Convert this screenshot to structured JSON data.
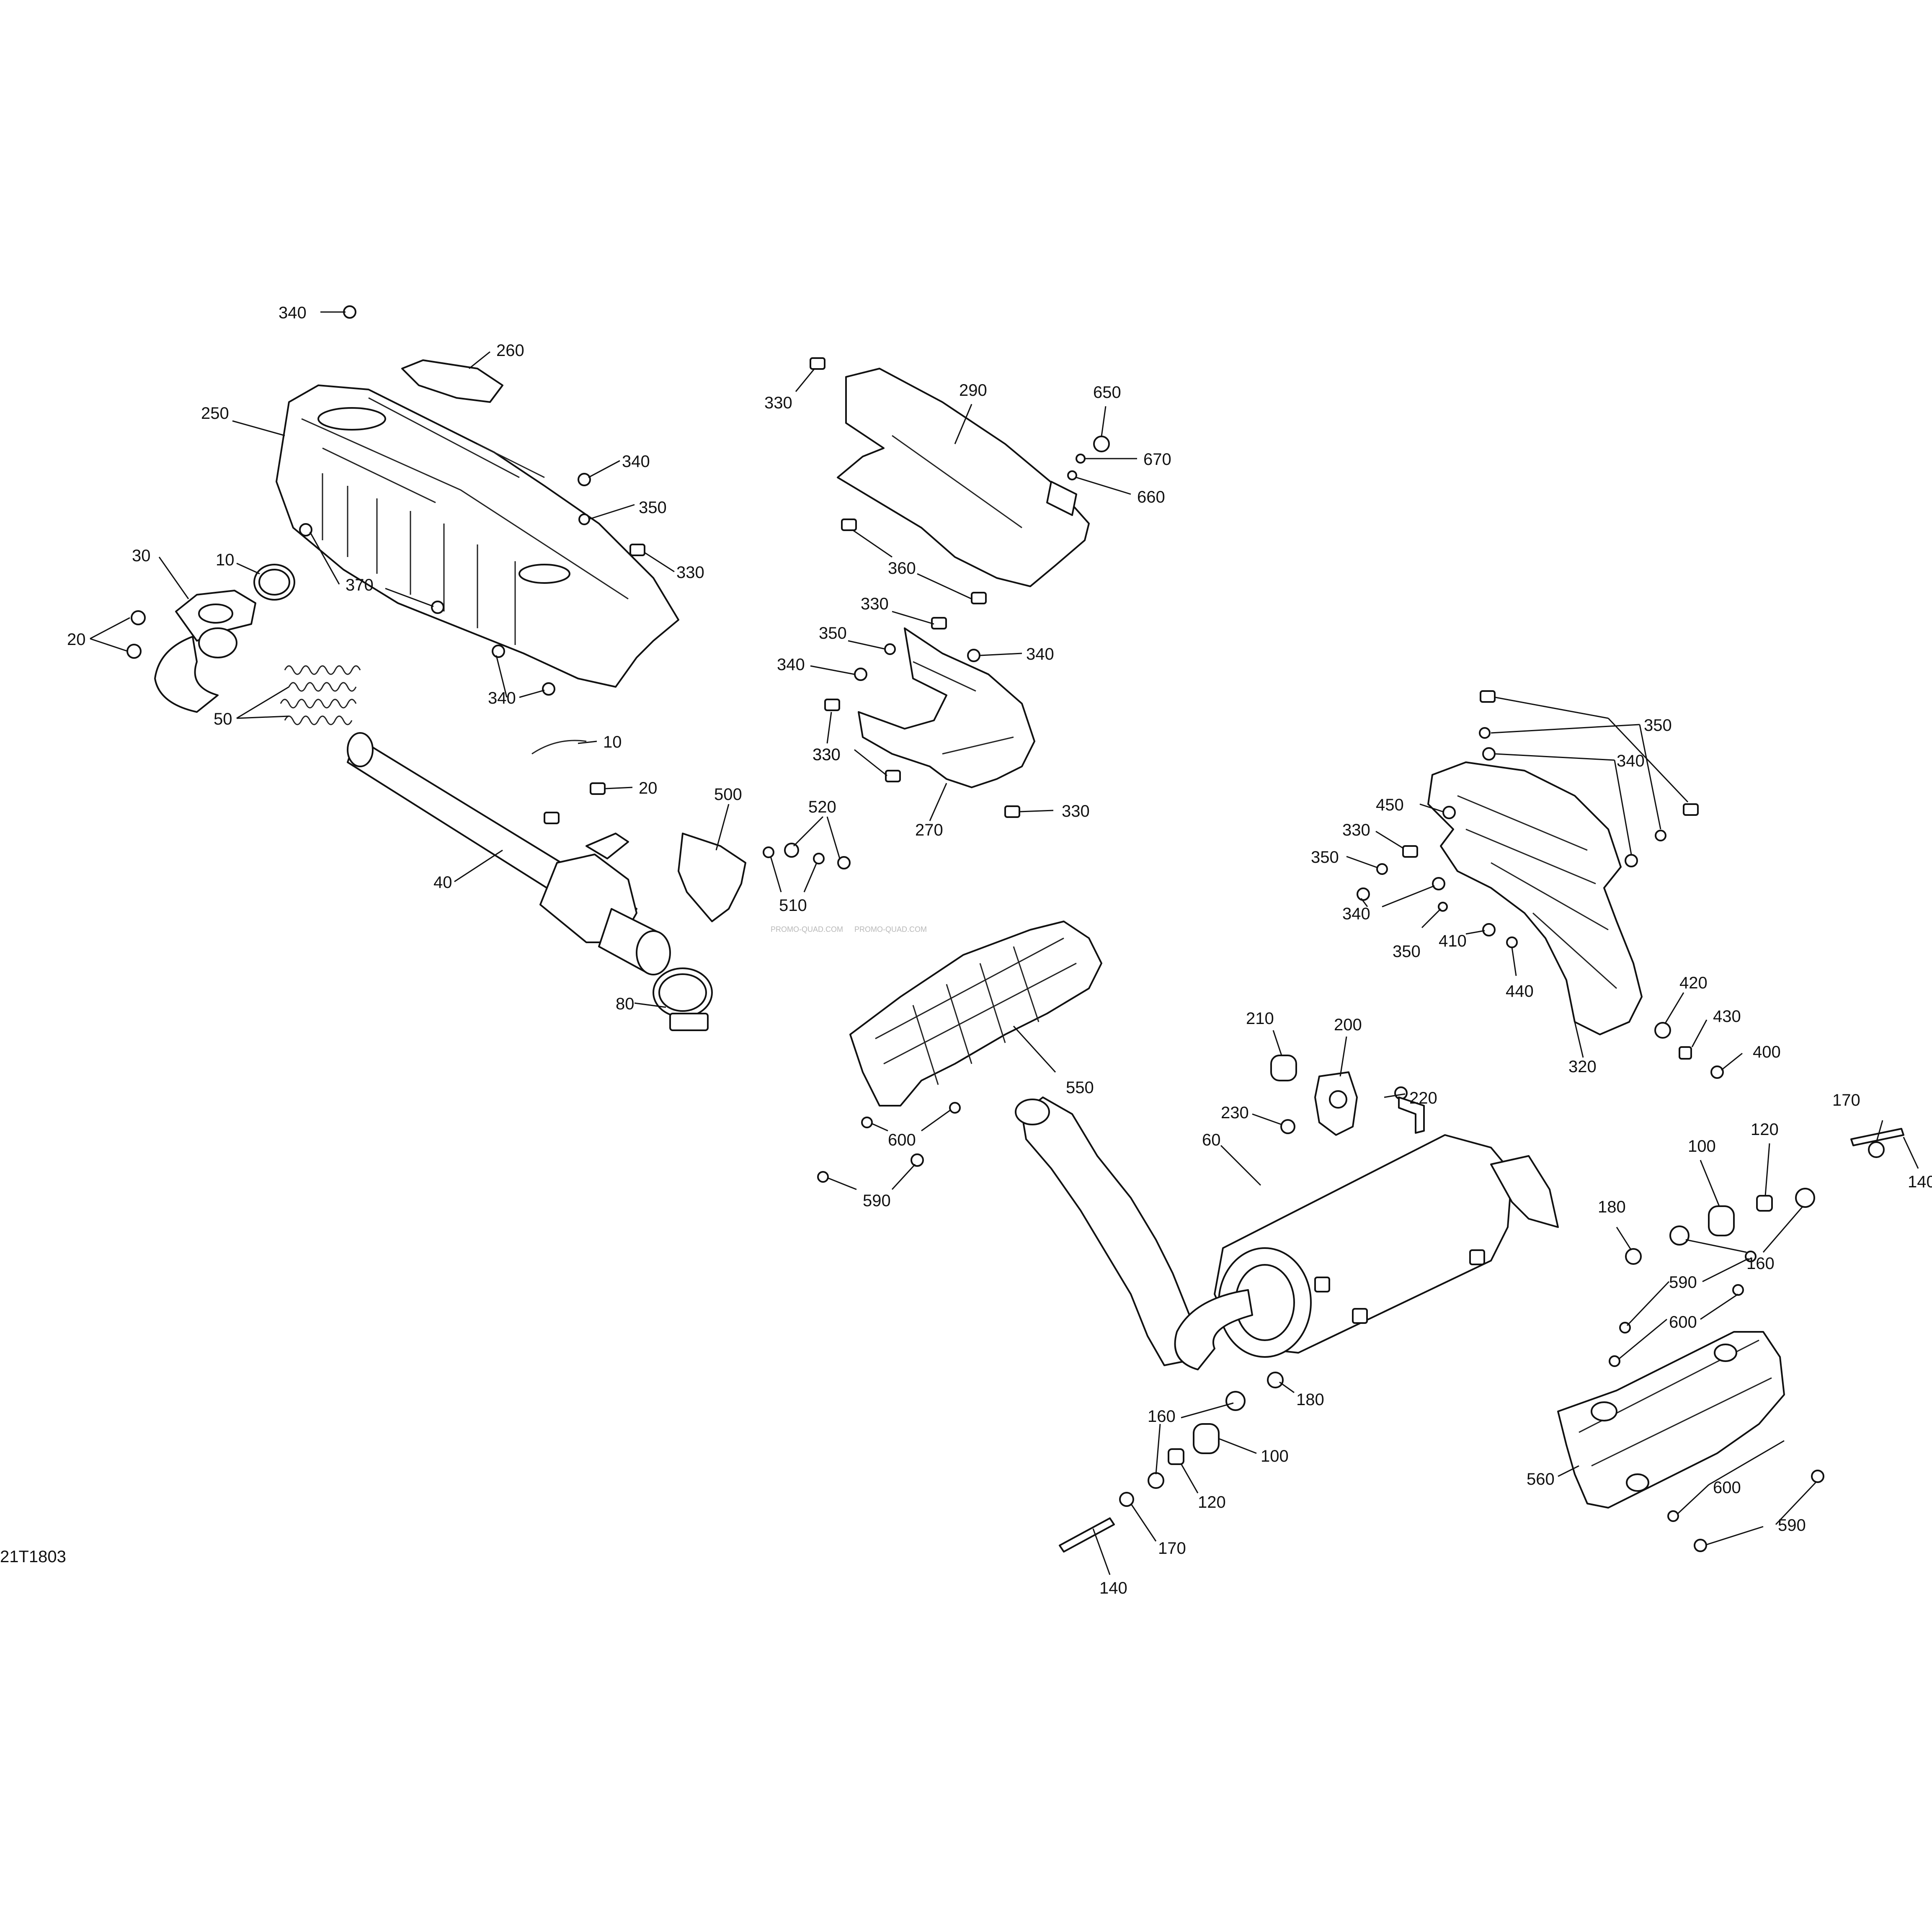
{
  "diagram_id": "21T1803",
  "watermarks": [
    "PROMO-QUAD.COM",
    "PROMO-QUAD.COM"
  ],
  "callouts": [
    {
      "id": "c-340-a",
      "text": "340"
    },
    {
      "id": "c-260",
      "text": "260"
    },
    {
      "id": "c-250",
      "text": "250"
    },
    {
      "id": "c-340-b",
      "text": "340"
    },
    {
      "id": "c-350-a",
      "text": "350"
    },
    {
      "id": "c-330-a",
      "text": "330"
    },
    {
      "id": "c-10-a",
      "text": "10"
    },
    {
      "id": "c-30",
      "text": "30"
    },
    {
      "id": "c-370",
      "text": "370"
    },
    {
      "id": "c-20-a",
      "text": "20"
    },
    {
      "id": "c-340-c",
      "text": "340"
    },
    {
      "id": "c-50",
      "text": "50"
    },
    {
      "id": "c-10-b",
      "text": "10"
    },
    {
      "id": "c-20-b",
      "text": "20"
    },
    {
      "id": "c-40",
      "text": "40"
    },
    {
      "id": "c-80",
      "text": "80"
    },
    {
      "id": "c-500",
      "text": "500"
    },
    {
      "id": "c-520",
      "text": "520"
    },
    {
      "id": "c-510",
      "text": "510"
    },
    {
      "id": "c-330-b",
      "text": "330"
    },
    {
      "id": "c-290",
      "text": "290"
    },
    {
      "id": "c-650",
      "text": "650"
    },
    {
      "id": "c-670",
      "text": "670"
    },
    {
      "id": "c-660",
      "text": "660"
    },
    {
      "id": "c-360",
      "text": "360"
    },
    {
      "id": "c-330-c",
      "text": "330"
    },
    {
      "id": "c-350-b",
      "text": "350"
    },
    {
      "id": "c-340-d",
      "text": "340"
    },
    {
      "id": "c-340-e",
      "text": "340"
    },
    {
      "id": "c-330-d",
      "text": "330"
    },
    {
      "id": "c-330-e",
      "text": "330"
    },
    {
      "id": "c-270",
      "text": "270"
    },
    {
      "id": "c-330-f",
      "text": "330"
    },
    {
      "id": "c-350-c",
      "text": "350"
    },
    {
      "id": "c-340-f",
      "text": "340"
    },
    {
      "id": "c-450",
      "text": "450"
    },
    {
      "id": "c-330-g",
      "text": "330"
    },
    {
      "id": "c-350-d",
      "text": "350"
    },
    {
      "id": "c-340-g",
      "text": "340"
    },
    {
      "id": "c-350-e",
      "text": "350"
    },
    {
      "id": "c-410",
      "text": "410"
    },
    {
      "id": "c-440",
      "text": "440"
    },
    {
      "id": "c-420",
      "text": "420"
    },
    {
      "id": "c-430",
      "text": "430"
    },
    {
      "id": "c-400",
      "text": "400"
    },
    {
      "id": "c-320",
      "text": "320"
    },
    {
      "id": "c-550",
      "text": "550"
    },
    {
      "id": "c-600-a",
      "text": "600"
    },
    {
      "id": "c-590-a",
      "text": "590"
    },
    {
      "id": "c-210",
      "text": "210"
    },
    {
      "id": "c-200",
      "text": "200"
    },
    {
      "id": "c-220",
      "text": "220"
    },
    {
      "id": "c-230",
      "text": "230"
    },
    {
      "id": "c-60",
      "text": "60"
    },
    {
      "id": "c-170-a",
      "text": "170"
    },
    {
      "id": "c-140-a",
      "text": "140"
    },
    {
      "id": "c-120-a",
      "text": "120"
    },
    {
      "id": "c-100-a",
      "text": "100"
    },
    {
      "id": "c-180-a",
      "text": "180"
    },
    {
      "id": "c-160-a",
      "text": "160"
    },
    {
      "id": "c-590-b",
      "text": "590"
    },
    {
      "id": "c-600-b",
      "text": "600"
    },
    {
      "id": "c-180-b",
      "text": "180"
    },
    {
      "id": "c-160-b",
      "text": "160"
    },
    {
      "id": "c-100-b",
      "text": "100"
    },
    {
      "id": "c-120-b",
      "text": "120"
    },
    {
      "id": "c-170-b",
      "text": "170"
    },
    {
      "id": "c-140-b",
      "text": "140"
    },
    {
      "id": "c-560",
      "text": "560"
    },
    {
      "id": "c-600-c",
      "text": "600"
    },
    {
      "id": "c-590-c",
      "text": "590"
    }
  ]
}
